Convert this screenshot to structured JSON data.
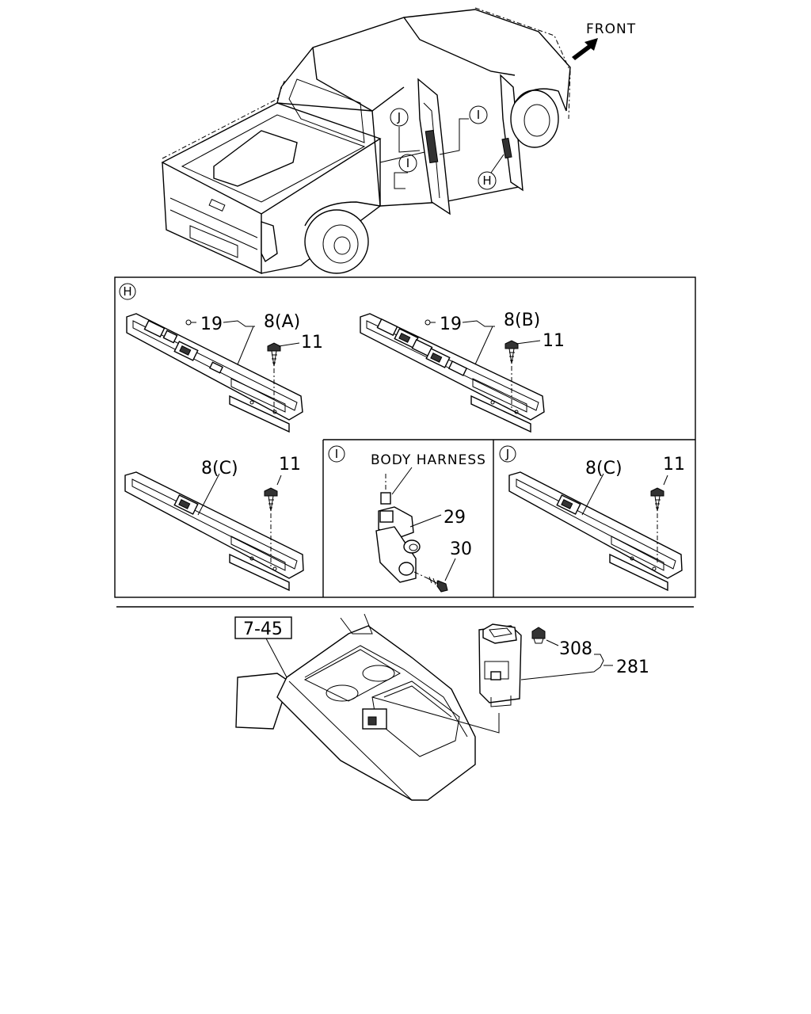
{
  "front_label": "FRONT",
  "callouts": {
    "h": "H",
    "i": "I",
    "j": "J"
  },
  "panel_h": {
    "left": {
      "clip": "19",
      "trim": "8(A)",
      "screw": "11"
    },
    "right": {
      "clip": "19",
      "trim": "8(B)",
      "screw": "11"
    },
    "lower": {
      "trim": "8(C)",
      "screw": "11"
    }
  },
  "panel_i": {
    "harness": "BODY HARNESS",
    "switch": "29",
    "screw": "30"
  },
  "panel_j": {
    "trim": "8(C)",
    "screw": "11"
  },
  "console": {
    "ref": "7-45",
    "screw": "308",
    "switch": "281"
  }
}
